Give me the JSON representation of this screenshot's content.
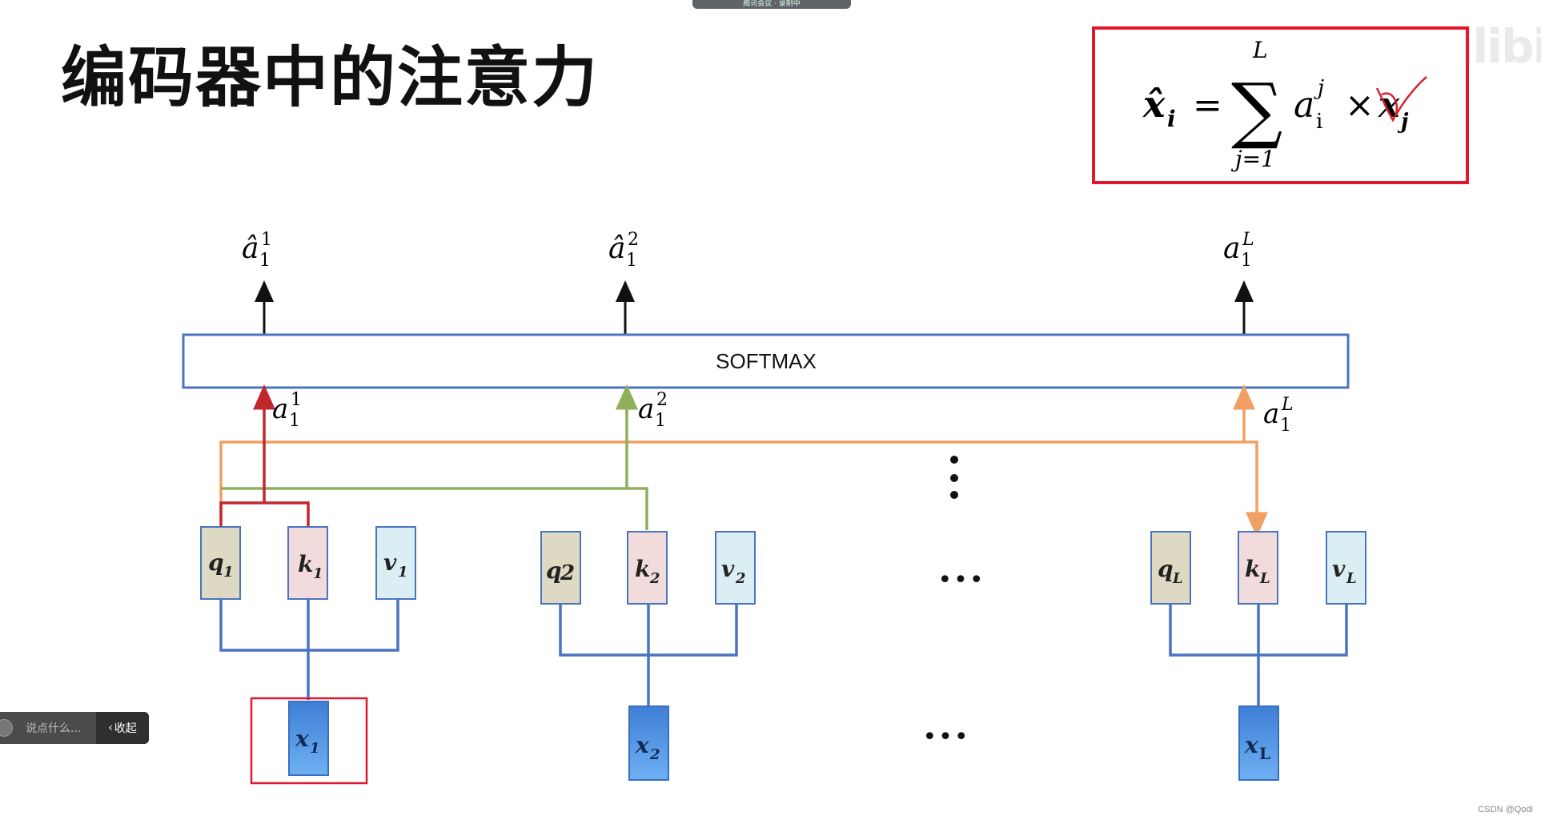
{
  "title": "编码器中的注意力",
  "top_bar": {
    "text": "腾讯会议 · 录制中"
  },
  "watermark": "bilibili",
  "footer_credit": "CSDN @Qodi",
  "chat_bar": {
    "placeholder": "说点什么...",
    "collapse_label": "收起"
  },
  "formula": {
    "lhs_var": "x̂",
    "lhs_sub": "i",
    "equals": "=",
    "sum_symbol": "∑",
    "sum_upper": "L",
    "sum_lower": "j=1",
    "a_var": "a",
    "a_sub": "i",
    "a_sup": "j",
    "times": "×",
    "x_var": "x",
    "x_sub": "j",
    "border_color": "#e0182d"
  },
  "softmax_label": "SOFTMAX",
  "outputs": [
    {
      "var": "â",
      "sub": "1",
      "sup": "1"
    },
    {
      "var": "â",
      "sub": "1",
      "sup": "2"
    },
    {
      "var": "a",
      "sub": "1",
      "sup": "L"
    }
  ],
  "scores": [
    {
      "var": "a",
      "sub": "1",
      "sup": "1",
      "color": "#c0282d"
    },
    {
      "var": "a",
      "sub": "1",
      "sup": "2",
      "color": "#8faf5a"
    },
    {
      "var": "a",
      "sub": "1",
      "sup": "L",
      "color": "#f0a062"
    }
  ],
  "groups": [
    {
      "q": {
        "var": "q",
        "sub": "1"
      },
      "k": {
        "var": "k",
        "sub": "1"
      },
      "v": {
        "var": "v",
        "sub": "1"
      },
      "x": {
        "var": "x",
        "sub": "1"
      },
      "highlighted": true
    },
    {
      "q": {
        "var": "q",
        "sub": "2"
      },
      "k": {
        "var": "k",
        "sub": "2"
      },
      "v": {
        "var": "v",
        "sub": "2"
      },
      "x": {
        "var": "x",
        "sub": "2"
      },
      "highlighted": false
    },
    {
      "q": {
        "var": "q",
        "sub": "L"
      },
      "k": {
        "var": "k",
        "sub": "L"
      },
      "v": {
        "var": "v",
        "sub": "L"
      },
      "x": {
        "var": "x",
        "sub": "L"
      },
      "highlighted": false
    }
  ],
  "ellipsis_h": "•••",
  "colors": {
    "q_fill": "#ddd9c3",
    "k_fill": "#f2dcdb",
    "v_fill": "#daeef3",
    "x_fill": "#4a90e2",
    "line_blue": "#4a74c0",
    "red": "#c0282d",
    "green": "#8faf5a",
    "orange": "#f0a062",
    "softmax_border": "#4a74c0"
  }
}
